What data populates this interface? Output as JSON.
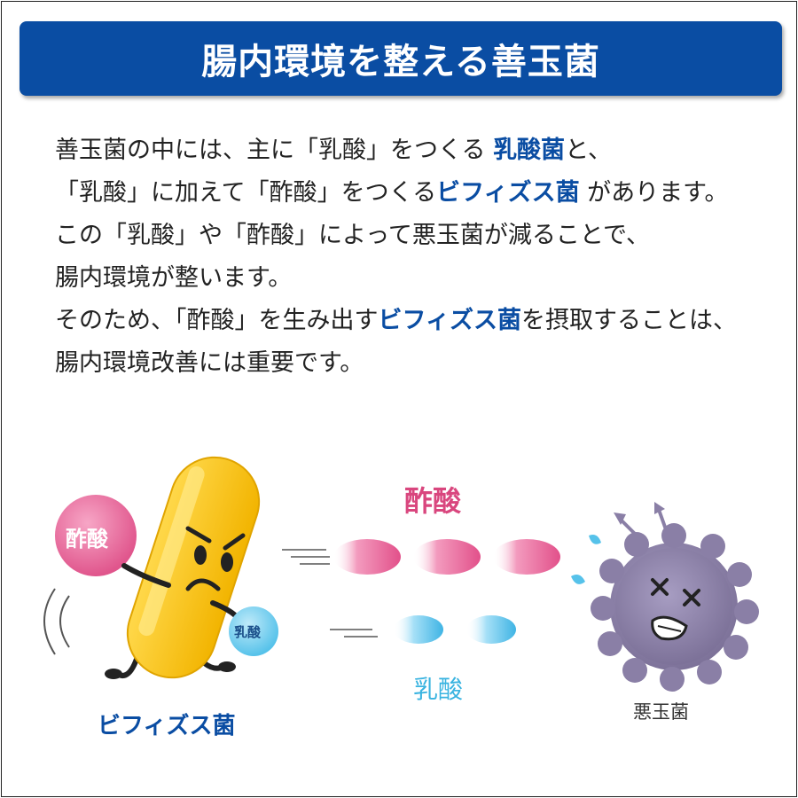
{
  "banner": {
    "title": "腸内環境を整える善玉菌"
  },
  "paragraph": {
    "l1_a": "善玉菌の中には、主に「乳酸」をつくる",
    "l1_hl": "乳酸菌",
    "l1_b": "と、",
    "l2_a": "「乳酸」に加えて「酢酸」をつくる",
    "l2_hl": "ビフィズス菌",
    "l2_b": "があります。",
    "l3": "この「乳酸」や「酢酸」によって悪玉菌が減ることで、",
    "l4": "腸内環境が整います。",
    "l5_a": "そのため、「酢酸」を生み出す",
    "l5_hl": "ビフィズス菌",
    "l5_b": "を摂取することは、",
    "l6": "腸内環境改善には重要です。"
  },
  "illustration": {
    "ball_acetic": "酢酸",
    "ball_lactic": "乳酸",
    "label_acetic": "酢酸",
    "label_lactic": "乳酸",
    "label_bifidus": "ビフィズス菌",
    "label_bad_bacteria": "悪玉菌"
  },
  "colors": {
    "brand_blue": "#0a4da3",
    "acetic_pink": "#d9467e",
    "lactic_cyan": "#38b3e0",
    "bifidus_yellow": "#f5c300",
    "bad_purple": "#8a7fa6"
  }
}
